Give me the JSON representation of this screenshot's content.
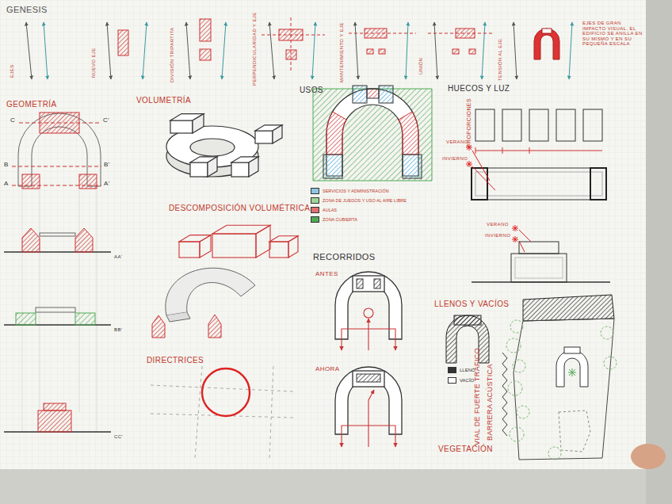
{
  "diagram": {
    "title": "GENESIS",
    "labels": [
      "GEOMETRÍA",
      "C",
      "C'",
      "B",
      "B'",
      "A",
      "A'",
      "AA'",
      "BB'",
      "CC'",
      "VOLUMETRÍA",
      "DESCOMPOSICIÓN VOLUMÉTRICA",
      "DIRECTRICES",
      "USOS",
      "RECORRIDOS",
      "ANTES",
      "AHORA",
      "HUECOS Y LUZ",
      "PROPORCIONES",
      "VERANO",
      "INVIERNO",
      "VERANO",
      "INVIERNO",
      "LLENOS Y VACÍOS",
      "VIAL DE FUERTE TRÁFICO",
      "BARRERA ACÚSTICA",
      "VEGETACIÓN",
      "EJES",
      "NUEVO EJE",
      "DIVISIÓN TRIPARTITA",
      "PERPENDICULARIDAD Y EJE",
      "MANTENIMIENTO Y EJE",
      "UNIÓN",
      "TENSIÓN AL EJE",
      "EJES DE GRAN IMPACTO VISUAL. EL EDIFICIO SE ANILLA EN SU MISMO Y EN SU PEQUEÑA ESCALA"
    ],
    "legend": [
      {
        "text": "SERVICIOS Y ADMINISTRACIÓN",
        "color": "#8ec5e0"
      },
      {
        "text": "ZONA DE JUEGOS Y USO AL AIRE LIBRE",
        "color": "#9fd39a"
      },
      {
        "text": "AULAS",
        "color": "#e07070"
      },
      {
        "text": "ZONA CUBIERTA",
        "color": "#4faa55"
      },
      {
        "text": "LLENO",
        "color": "#333333"
      },
      {
        "text": "VACÍO",
        "color": "#ffffff"
      }
    ]
  }
}
